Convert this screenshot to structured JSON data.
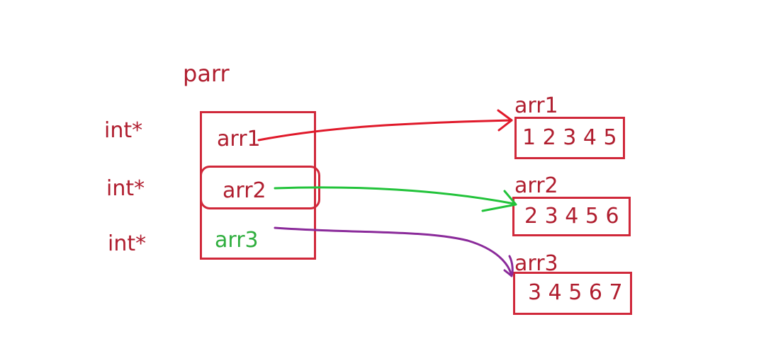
{
  "diagram": {
    "pointer_array": {
      "name": "parr",
      "types": [
        "int*",
        "int*",
        "int*"
      ],
      "slots": [
        "arr1",
        "arr2",
        "arr3"
      ]
    },
    "arrays": [
      {
        "label": "arr1",
        "contents": "1 2 3 4 5"
      },
      {
        "label": "arr2",
        "contents": "2 3 4 5 6"
      },
      {
        "label": "arr3",
        "contents": "3 4 5 6 7"
      }
    ],
    "colors": {
      "text": "#b01e2f",
      "box": "#d0283a",
      "arrow_arr1": "#e0192a",
      "arrow_arr2": "#22c33a",
      "arrow_arr3": "#8a2a9a",
      "arr3_slot_text": "#2fae3e"
    }
  }
}
